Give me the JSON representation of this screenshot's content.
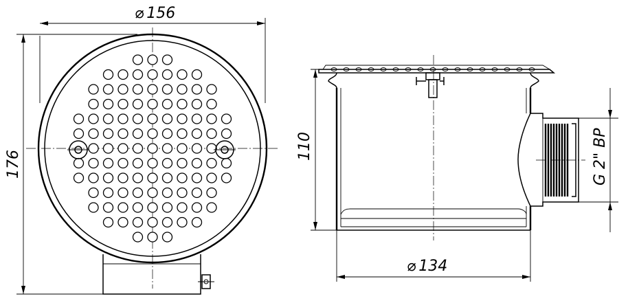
{
  "dimensions": {
    "diameter_outer": "156",
    "height_overall": "176",
    "height_body": "110",
    "diameter_body": "134",
    "thread": "G 2\" BP"
  },
  "symbols": {
    "diameter": "⌀"
  },
  "colors": {
    "line": "#000000",
    "background": "#ffffff"
  }
}
